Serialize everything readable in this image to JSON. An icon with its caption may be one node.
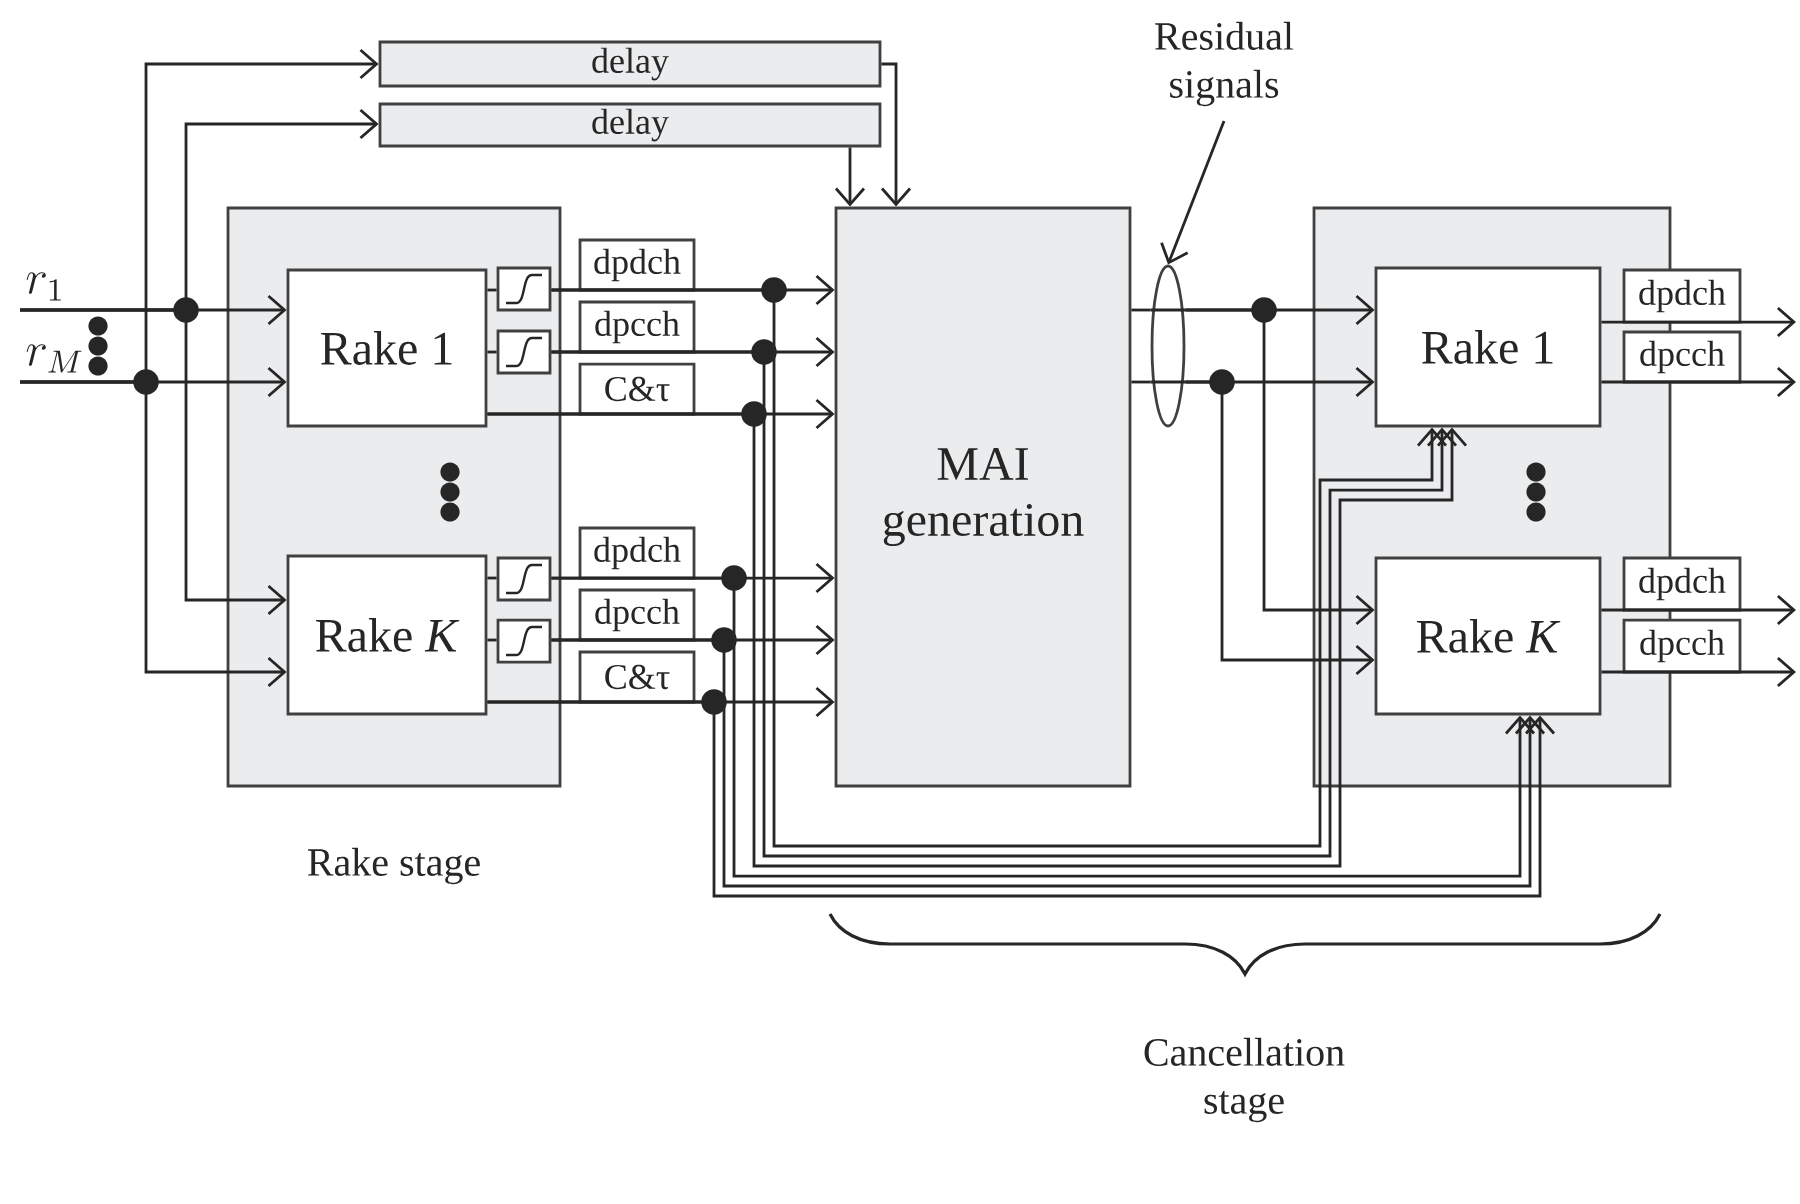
{
  "diagram": {
    "nodes": [
      {
        "text": [
          "delay"
        ]
      },
      {
        "text": [
          "delay"
        ]
      },
      {
        "text": [
          "r_1"
        ]
      },
      {
        "text": [
          "r_M"
        ]
      },
      {
        "text": [],
        "shape": "box",
        "beside": [
          "Rake stage"
        ]
      },
      {
        "text": [
          "Rake 1"
        ],
        "in": 4
      },
      {
        "text": [],
        "shape": "box",
        "in": 4
      },
      {
        "text": [],
        "shape": "box",
        "in": 4
      },
      {
        "text": [
          "Rake *K*"
        ],
        "in": 4
      },
      {
        "text": [],
        "shape": "box",
        "in": 4
      },
      {
        "text": [],
        "shape": "box",
        "in": 4
      },
      {
        "text": [
          "dpdch"
        ]
      },
      {
        "text": [
          "dpcch"
        ]
      },
      {
        "text": [
          "C&τ"
        ]
      },
      {
        "text": [
          "dpdch"
        ]
      },
      {
        "text": [
          "dpcch"
        ]
      },
      {
        "text": [
          "C&τ"
        ]
      },
      {
        "text": [
          "MAI generation"
        ]
      },
      {
        "text": [
          "Residual signals"
        ]
      },
      {
        "text": [],
        "shape": "ellipse"
      },
      {
        "text": [],
        "shape": "box"
      },
      {
        "text": [
          "Rake 1"
        ],
        "in": 20
      },
      {
        "text": [
          "Rake *K*"
        ],
        "in": 20
      },
      {
        "text": [
          "dpdch"
        ]
      },
      {
        "text": [
          "dpcch"
        ]
      },
      {
        "text": [
          "dpdch"
        ]
      },
      {
        "text": [
          "dpcch"
        ]
      }
    ],
    "edges": [
      {
        "from": 2,
        "to": 5,
        "arrow": "to"
      },
      {
        "from": 2,
        "to": 8,
        "arrow": "to"
      },
      {
        "from": 2,
        "to": 1,
        "arrow": "to"
      },
      {
        "from": 3,
        "to": 5,
        "arrow": "to"
      },
      {
        "from": 3,
        "to": 8,
        "arrow": "to"
      },
      {
        "from": 3,
        "to": 0,
        "arrow": "to"
      },
      {
        "from": 0,
        "to": 17,
        "arrow": "to"
      },
      {
        "from": 1,
        "to": 17,
        "arrow": "to"
      },
      {
        "from": 5,
        "to": 6,
        "arrow": "none"
      },
      {
        "from": 5,
        "to": 7,
        "arrow": "none"
      },
      {
        "from": 6,
        "to": 17,
        "arrow": "to"
      },
      {
        "from": 7,
        "to": 17,
        "arrow": "to"
      },
      {
        "from": 5,
        "to": 17,
        "arrow": "to"
      },
      {
        "from": 8,
        "to": 9,
        "arrow": "none"
      },
      {
        "from": 8,
        "to": 10,
        "arrow": "none"
      },
      {
        "from": 9,
        "to": 17,
        "arrow": "to"
      },
      {
        "from": 10,
        "to": 17,
        "arrow": "to"
      },
      {
        "from": 8,
        "to": 17,
        "arrow": "to"
      },
      {
        "from": 17,
        "to": 19,
        "arrow": "none"
      },
      {
        "from": 17,
        "to": 19,
        "arrow": "none"
      },
      {
        "from": 19,
        "to": 21,
        "arrow": "to"
      },
      {
        "from": 19,
        "to": 21,
        "arrow": "to"
      },
      {
        "from": 19,
        "to": 22,
        "arrow": "to"
      },
      {
        "from": 19,
        "to": 22,
        "arrow": "to"
      },
      {
        "from": 18,
        "to": 19,
        "arrow": "to"
      },
      {
        "from": 6,
        "to": 21,
        "arrow": "to"
      },
      {
        "from": 7,
        "to": 21,
        "arrow": "to"
      },
      {
        "from": 5,
        "to": 21,
        "arrow": "to"
      },
      {
        "from": 9,
        "to": 22,
        "arrow": "to"
      },
      {
        "from": 10,
        "to": 22,
        "arrow": "to"
      },
      {
        "from": 8,
        "to": 22,
        "arrow": "to"
      },
      {
        "from": 21,
        "to": null,
        "arrow": "to"
      },
      {
        "from": 21,
        "to": null,
        "arrow": "to"
      },
      {
        "from": 22,
        "to": null,
        "arrow": "to"
      },
      {
        "from": 22,
        "to": null,
        "arrow": "to"
      }
    ],
    "labels": [
      "Cancellation stage"
    ]
  }
}
